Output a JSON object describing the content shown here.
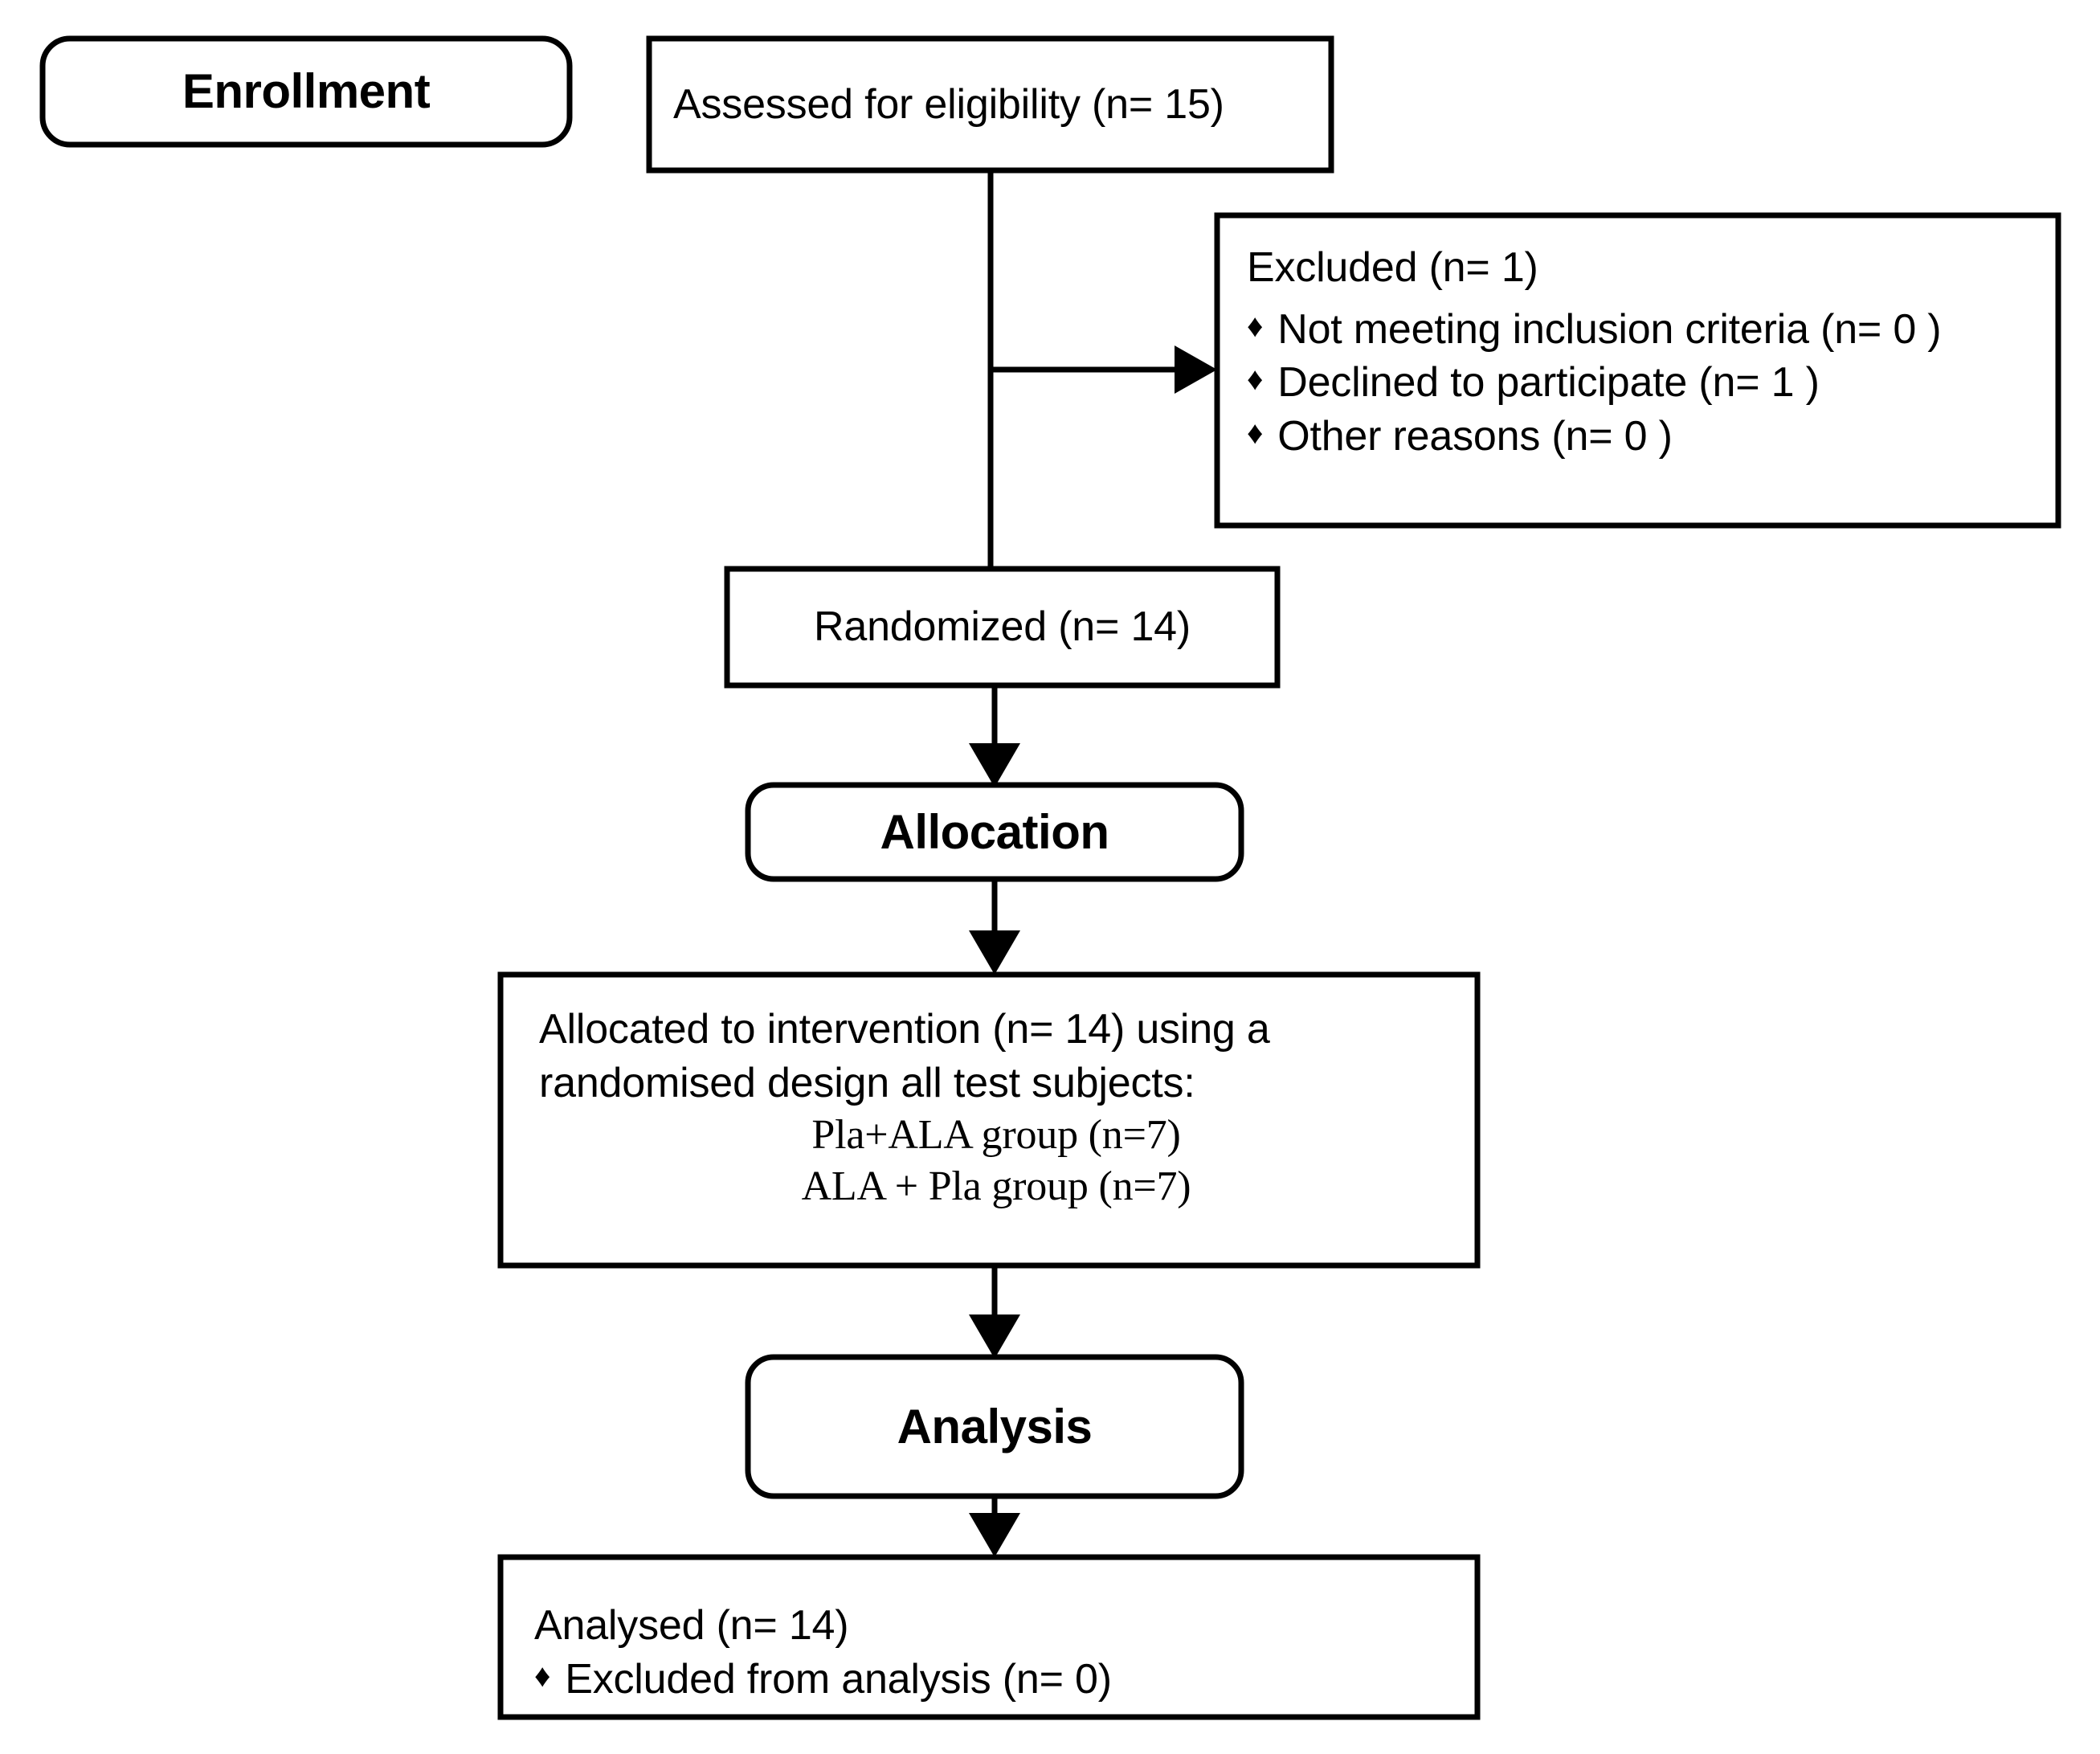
{
  "diagram": {
    "type": "consort-flow-diagram",
    "title": "CONSORT participant flow",
    "stages": [
      {
        "id": "enrollment",
        "label": "Enrollment"
      },
      {
        "id": "allocation",
        "label": "Allocation"
      },
      {
        "id": "analysis",
        "label": "Analysis"
      }
    ],
    "nodes": {
      "assessed": {
        "label": "Assessed for eligibility (n= 15)",
        "n": 15
      },
      "excluded": {
        "heading": "Excluded (n= 1)",
        "n": 1,
        "reasons": [
          {
            "bullet": "♦",
            "label": "Not meeting inclusion criteria (n= 0 )",
            "n": 0
          },
          {
            "bullet": "♦",
            "label": "Declined to participate (n= 1 )",
            "n": 1
          },
          {
            "bullet": "♦",
            "label": "Other reasons (n= 0 )",
            "n": 0
          }
        ]
      },
      "randomized": {
        "label": "Randomized (n= 14)",
        "n": 14
      },
      "allocated": {
        "line1": "Allocated to intervention (n= 14) using a",
        "line2": "randomised design all test subjects:",
        "n": 14,
        "groups": [
          {
            "label": "Pla+ALA group (n=7)",
            "n": 7
          },
          {
            "label": "ALA + Pla group (n=7)",
            "n": 7
          }
        ]
      },
      "analysed": {
        "heading": "Analysed (n= 14)",
        "n": 14,
        "notes": [
          {
            "bullet": "♦",
            "label": "Excluded from analysis (n= 0)",
            "n": 0
          }
        ]
      }
    },
    "colors": {
      "stroke": "#000000",
      "fill": "#ffffff",
      "text": "#000000"
    }
  }
}
